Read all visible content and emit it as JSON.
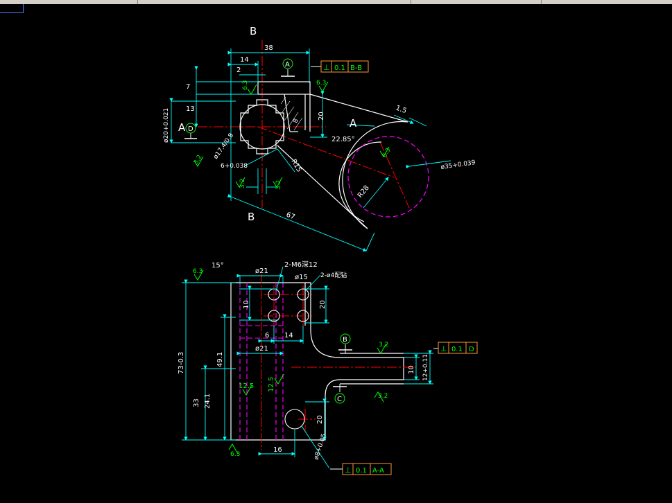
{
  "colors": {
    "background": "#000000",
    "outline": "#ffffff",
    "dimension": "#00ffff",
    "centerline": "#ff0000",
    "hidden": "#ff00ff",
    "annotation": "#00ff00",
    "frame": "#ff9933"
  },
  "top_view": {
    "section_b_top": "B",
    "section_b_bottom": "B",
    "section_a_left": "A",
    "section_a_right": "A",
    "dim_38": "38",
    "dim_14": "14",
    "dim_2": "2",
    "dim_7": "7",
    "dim_13": "13",
    "dim_20": "20",
    "dim_1_5": "1.5",
    "dim_67": "67",
    "dim_22_85": "22.85°",
    "dim_phi20": "ø20+0.021",
    "dim_phi17": "ø17.4/0.8",
    "dim_6": "6+0.038",
    "dim_r15": "R15",
    "dim_r28": "R28",
    "dim_phi35": "ø35+0.039",
    "dim_8": "8",
    "roughness_63a": "6.3",
    "roughness_63b": "6.3",
    "roughness_63c": "6.3",
    "roughness_32a": "3.2",
    "roughness_32b": "3.2",
    "roughness_32c": "3.2",
    "datum_a": "A",
    "datum_d": "D",
    "tol_symbol": "⊥",
    "tol_value": "0.1",
    "tol_datum": "B-B"
  },
  "bottom_view": {
    "roughness_63": "6.3",
    "angle_15": "15°",
    "dim_phi21_top": "ø21",
    "thread_label": "2-M6深12",
    "dim_phi15": "ø15",
    "hole_label": "2-ø4配钻",
    "dim_10": "10",
    "dim_20_top": "20",
    "dim_6": "6",
    "dim_14": "14",
    "datum_b": "B",
    "roughness_32a": "3.2",
    "tol_symbol": "⊥",
    "tol_value": "0.1",
    "tol_datum": "D",
    "dim_phi21_mid": "ø21",
    "dim_73": "73-0.3",
    "dim_49": "49.1",
    "dim_24": "24.1",
    "dim_33": "33",
    "roughness_125a": "12.5",
    "roughness_125b": "12.5",
    "dim_10_right": "10",
    "dim_12": "12+0.11",
    "datum_c": "C",
    "roughness_32b": "3.2",
    "dim_20_bottom": "20",
    "dim_phi8": "ø8+0.05",
    "roughness_63_bottom": "6.3",
    "dim_16": "16",
    "tol2_symbol": "⊥",
    "tol2_value": "0.1",
    "tol2_datum": "A-A"
  }
}
